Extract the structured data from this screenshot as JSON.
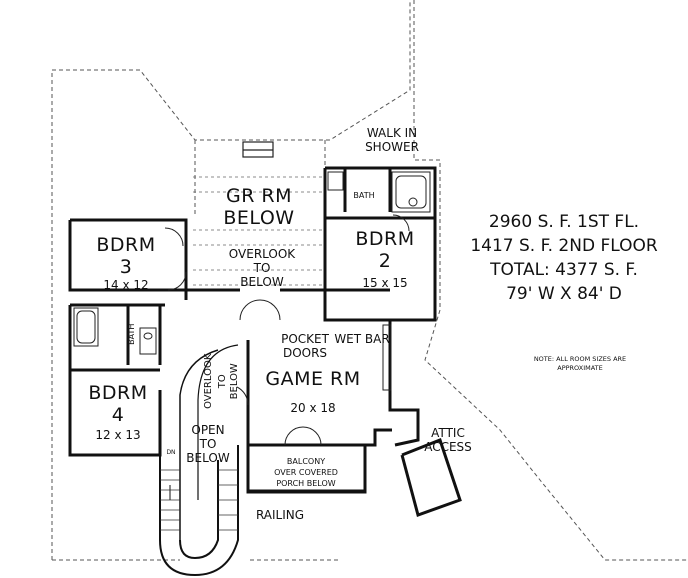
{
  "rooms": {
    "great_room": {
      "name": "GR RM",
      "sub": "BELOW"
    },
    "overlook_top": {
      "line1": "OVERLOOK",
      "line2": "TO",
      "line3": "BELOW"
    },
    "bdrm2": {
      "name": "BDRM",
      "num": "2",
      "size": "15 x 15"
    },
    "bdrm3": {
      "name": "BDRM",
      "num": "3",
      "size": "14 x 12"
    },
    "bdrm4": {
      "name": "BDRM",
      "num": "4",
      "size": "12 x 13"
    },
    "bath_top": "BATH",
    "bath_left": "BATH",
    "walk_in": {
      "line1": "WALK IN",
      "line2": "SHOWER"
    },
    "game_room": {
      "name": "GAME RM",
      "size": "20 x 18"
    },
    "pocket_doors": {
      "line1": "POCKET",
      "line2": "DOORS"
    },
    "wet_bar": "WET BAR",
    "overlook_left": {
      "line1": "OVERLOOK",
      "line2": "TO",
      "line3": "BELOW"
    },
    "open_below": {
      "line1": "OPEN",
      "line2": "TO",
      "line3": "BELOW"
    },
    "dn": "DN",
    "balcony": {
      "line1": "BALCONY",
      "line2": "OVER COVERED",
      "line3": "PORCH BELOW"
    },
    "railing": "RAILING",
    "attic": {
      "line1": "ATTIC",
      "line2": "ACCESS"
    }
  },
  "stats": {
    "line1": "2960 S. F. 1ST FL.",
    "line2": "1417 S. F. 2ND FLOOR",
    "line3": "TOTAL: 4377 S. F.",
    "line4": "79' W X 84' D"
  },
  "note": {
    "line1": "NOTE: ALL ROOM SIZES ARE",
    "line2": "APPROXIMATE"
  }
}
